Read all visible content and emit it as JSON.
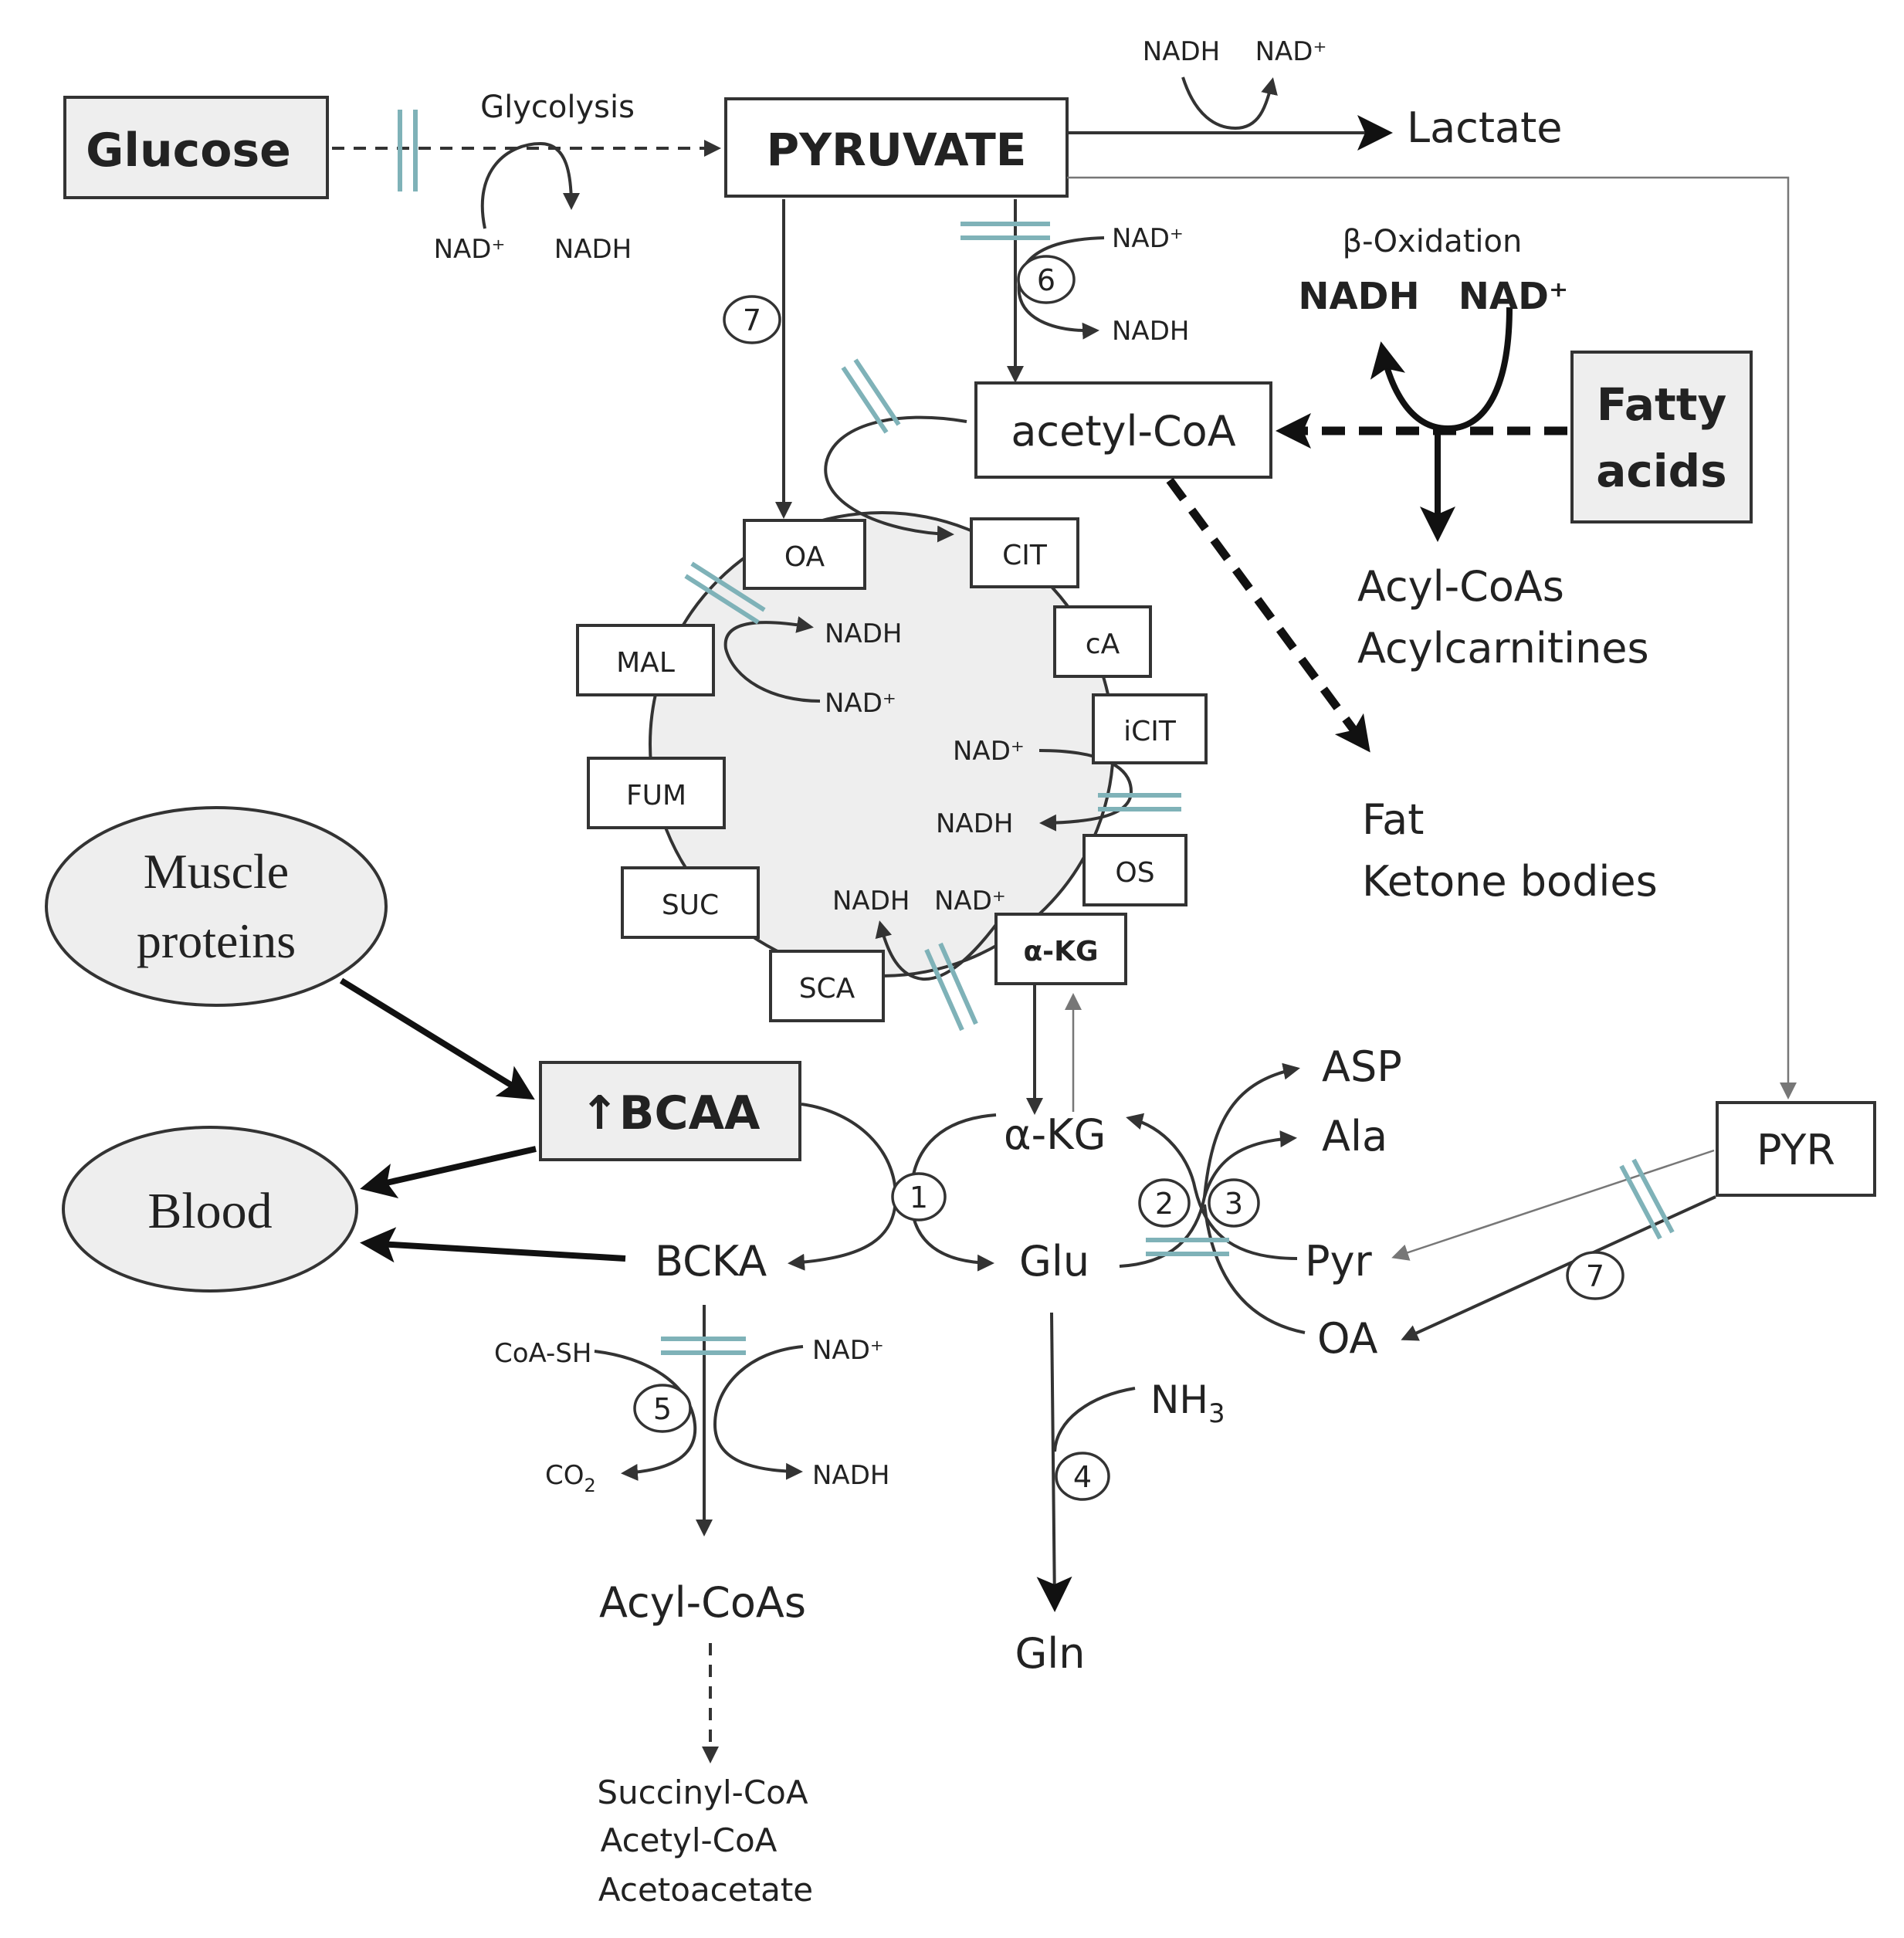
{
  "nodes": {
    "glucose": "Glucose",
    "pyruvate": "PYRUVATE",
    "lactate": "Lactate",
    "acetyl_coa": "acetyl-CoA",
    "fatty_acids_line1": "Fatty",
    "fatty_acids_line2": "acids",
    "acyl_coas_top": "Acyl-CoAs",
    "acylcarnitines": "Acylcarnitines",
    "fat": "Fat",
    "ketone_bodies": "Ketone bodies",
    "muscle_proteins_line1": "Muscle",
    "muscle_proteins_line2": "proteins",
    "bcaa": "↑BCAA",
    "blood": "Blood",
    "bcka": "BCKA",
    "akg": "α-KG",
    "glu": "Glu",
    "gln": "Gln",
    "nh3": "NH",
    "nh3_sub": "3",
    "asp": "ASP",
    "ala": "Ala",
    "pyr_lower": "Pyr",
    "oa_lower": "OA",
    "pyr_box": "PYR",
    "acyl_coas_bottom": "Acyl-CoAs",
    "succinyl_coa": "Succinyl-CoA",
    "acetyl_coa_bottom": "Acetyl-CoA",
    "acetoacetate": "Acetoacetate"
  },
  "labels": {
    "glycolysis": "Glycolysis",
    "beta_oxidation": "β-Oxidation",
    "nadh": "NADH",
    "nad_plus": "NAD⁺",
    "coa_sh": "CoA-SH",
    "co2": "CO",
    "co2_sub": "2"
  },
  "tca_cycle": {
    "oa": "OA",
    "cit": "CIT",
    "ca": "cA",
    "icit": "iCIT",
    "os": "OS",
    "akg": "α-KG",
    "sca": "SCA",
    "suc": "SUC",
    "fum": "FUM",
    "mal": "MAL"
  },
  "enzyme_steps": [
    "1",
    "2",
    "3",
    "4",
    "5",
    "6",
    "7",
    "7"
  ],
  "colors": {
    "block_marker": "#7fb2b8",
    "node_fill": "#eeeeee"
  }
}
